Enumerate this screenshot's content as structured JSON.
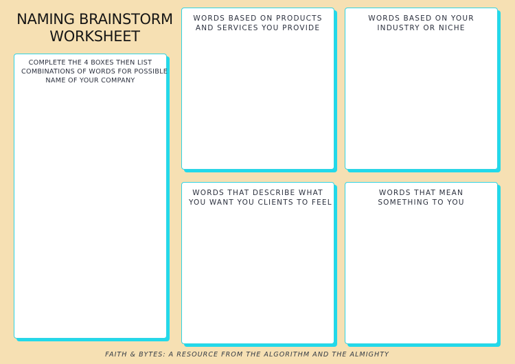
{
  "title": {
    "line1": "NAMING BRAINSTORM",
    "line2": "WORKSHEET"
  },
  "boxes": {
    "instructions": {
      "lines": [
        "COMPLETE THE 4 BOXES THEN LIST",
        "COMBINATIONS OF WORDS FOR POSSIBLE",
        "NAME OF YOUR COMPANY"
      ]
    },
    "products": {
      "lines": [
        "WORDS BASED ON PRODUCTS",
        "AND SERVICES YOU PROVIDE"
      ]
    },
    "industry": {
      "lines": [
        "WORDS BASED ON YOUR",
        "INDUSTRY OR NICHE"
      ]
    },
    "feel": {
      "lines": [
        "WORDS THAT DESCRIBE WHAT",
        "YOU WANT YOU CLIENTS TO FEEL"
      ]
    },
    "mean": {
      "lines": [
        "WORDS THAT MEAN",
        "SOMETHING TO YOU"
      ]
    }
  },
  "footer": "FAITH & BYTES: A RESOURCE FROM THE ALGORITHM AND THE ALMIGHTY",
  "colors": {
    "background": "#f6e0b3",
    "box_fill": "#ffffff",
    "box_shadow": "#22d9ea"
  }
}
